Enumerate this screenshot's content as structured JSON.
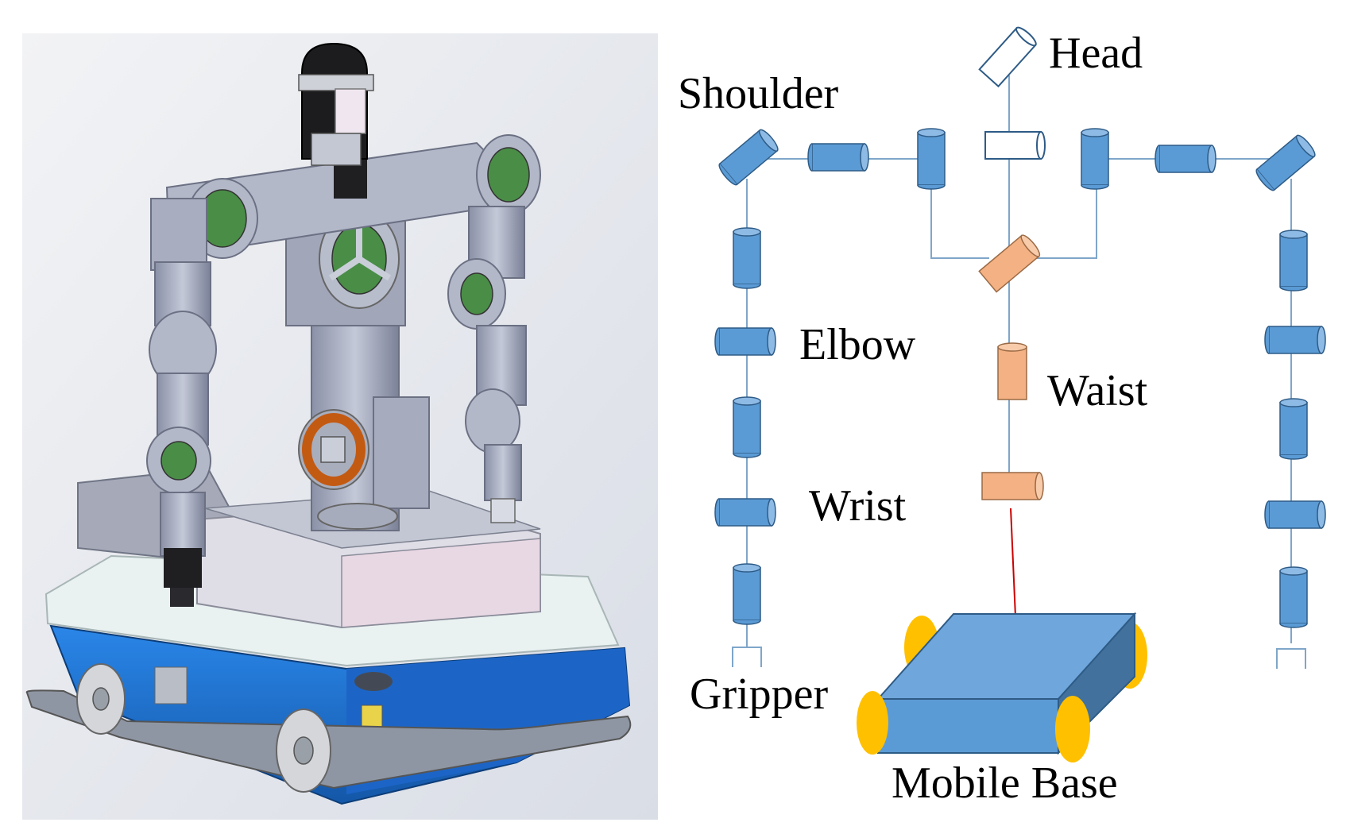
{
  "labels": {
    "head": "Head",
    "shoulder": "Shoulder",
    "elbow": "Elbow",
    "waist": "Waist",
    "wrist": "Wrist",
    "gripper": "Gripper",
    "mobile_base": "Mobile Base"
  },
  "colors": {
    "joint_arm": "#5b9bd5",
    "joint_waist": "#f4b183",
    "joint_head": "#ffffff",
    "base_top": "#6fa6dc",
    "base_front": "#5b9bd5",
    "base_side": "#41719c",
    "wheel": "#ffc000",
    "link": "#7fa6c9",
    "base_link": "#cc0000",
    "robot_chassis": "#1f6fd1",
    "robot_metal": "#a6acc0"
  }
}
